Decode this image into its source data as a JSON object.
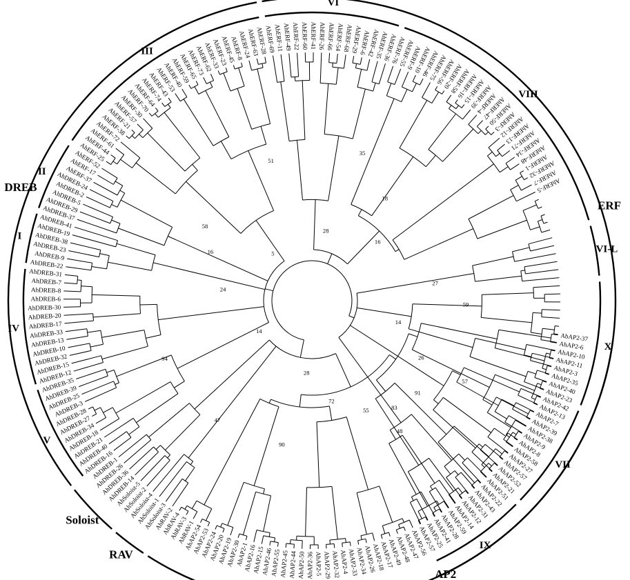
{
  "families": [
    {
      "name": "AP2",
      "start": 0,
      "end": 62
    },
    {
      "name": "RAV",
      "start": 62,
      "end": 66
    },
    {
      "name": "Soloist",
      "start": 66,
      "end": 72
    },
    {
      "name": "DREB",
      "start": 72,
      "end": 135
    },
    {
      "name": "ERF",
      "start": 135,
      "end": 223
    }
  ],
  "groups": [
    {
      "name": "V",
      "start": 72,
      "end": 83
    },
    {
      "name": "IV",
      "start": 83,
      "end": 96
    },
    {
      "name": "I",
      "start": 96,
      "end": 102
    },
    {
      "name": "II",
      "start": 102,
      "end": 110
    },
    {
      "name": "III",
      "start": 110,
      "end": 135
    },
    {
      "name": "VI",
      "start": 135,
      "end": 150
    },
    {
      "name": "VIII",
      "start": 150,
      "end": 180
    },
    {
      "name": "VI-L",
      "start": 180,
      "end": 186
    },
    {
      "name": "X",
      "start": 186,
      "end": 200
    },
    {
      "name": "VII",
      "start": 200,
      "end": 212
    },
    {
      "name": "IX",
      "start": 212,
      "end": 223
    }
  ],
  "leaves": [
    "AbAP2-37",
    "AhAP2-6",
    "AhAP2-10",
    "AhAP2-11",
    "AbAP2-3",
    "AhAP2-35",
    "AhAP2-40",
    "AhAP2-23",
    "AhAP2-42",
    "AhAP2-13",
    "AhAP2-7",
    "AhAP2-39",
    "AhAP2-38",
    "AhAP2-9",
    "AhAP2-8",
    "AhAP2-58",
    "AhAP2-27",
    "AhAP2-57",
    "AhAP2-52",
    "AhAP2-21",
    "AhAP2-51",
    "AhAP2-22",
    "AhAP2-43",
    "AhAP2-31",
    "AhAP2-12",
    "AhAP2-14",
    "AhAP2-59",
    "AhAP2-28",
    "AhAP2-41",
    "AhAP2-25",
    "AhAP2-57",
    "AhAP2-56",
    "AhAP2-47",
    "AhAP2-48",
    "AhAP2-49",
    "AhAP2-17",
    "AhAP2-18",
    "AhAP2-26",
    "AhAP2-34",
    "AhAP2-33",
    "AhAP2-4",
    "AhAP2-32",
    "AhAP2-29",
    "AhAP2-5",
    "AhAP2-36",
    "AhAP2-50",
    "AhAP2-44",
    "AhAP2-45",
    "AhAP2-55",
    "AhAP2-46",
    "AhAP2-15",
    "AhAP2-16",
    "AhAP2-1",
    "AhAP2-30",
    "AhAP2-19",
    "AhAP2-20",
    "AhAP2-24",
    "AhAP2-53",
    "AhAP2-54",
    "AhRAV-1",
    "AhRAV-3",
    "AhRAV-4",
    "AhRAV-2",
    "AhSoloist-3",
    "AhSoloist-1",
    "AhSoloist-4",
    "AhSoloist-2",
    "AhSoloist-5",
    "AhDREB-14",
    "AhDREB-36",
    "AhDREB-26",
    "AhDREB-1",
    "AhDREB-16",
    "AhDREB-40",
    "AhDREB-21",
    "AhDREB-18",
    "AhDREB-34",
    "AhDREB-27",
    "AhDREB-28",
    "AhDREB-3",
    "AhDREB-25",
    "AhDREB-39",
    "AhDREB-35",
    "AhDREB-12",
    "AhDREB-15",
    "AhDREB-32",
    "AhDREB-10",
    "AhDREB-13",
    "AhDREB-33",
    "AhDREB-17",
    "AhDREB-20",
    "AhDREB-30",
    "AhDREB-6",
    "AhDREB-8",
    "AhDREB-7",
    "AhDREB-31",
    "AhDREB-22",
    "AhDREB-9",
    "AhDREB-23",
    "AhDREB-38",
    "AhDREB-19",
    "AhDREB-41",
    "AhDREB-37",
    "AhDREB-29",
    "AhDREB-5",
    "AhDREB-2",
    "AhDREB-24",
    "AhERF-37",
    "AhERF-17",
    "AhERF-52",
    "AhERF-25",
    "AhERF-44",
    "AhERF-61",
    "AhERF-72",
    "AhERF-38",
    "AhERF-21",
    "AhERF-57",
    "AhERF-30",
    "AhERF-70",
    "AhERF-64",
    "AhERF-74",
    "AhERF-43",
    "AhERF-53",
    "AhERF-40",
    "AhERF-59",
    "AhERF-65",
    "AhERF-73",
    "AhERF-62",
    "AhERF-33",
    "AhERF-23",
    "AhERF-45",
    "AhERF-8",
    "AhERF-24",
    "AhERF-63",
    "AhERF-28",
    "AhERF-69",
    "AhERF-11",
    "AhERF-49",
    "AhERF-22",
    "AhERF-60",
    "AhERF-41",
    "AhERF-26",
    "AhERF-66",
    "AhERF-54",
    "AhERF-68",
    "AhERF-29",
    "AhERF-6",
    "AhERF-42",
    "AhERF-35",
    "AhERF-36",
    "AhERF-76",
    "AhERF-55",
    "AhERF-9",
    "AhERF-10",
    "AhERF-46",
    "AhERF-75",
    "AhERF-56",
    "AhERF-20",
    "AhERF-58",
    "AhERF-16",
    "AhERF-15",
    "AhERF-39",
    "AhERF-4",
    "AhERF-47",
    "AhERF-50",
    "AhERF-3",
    "AhERF-12",
    "AhERF-13",
    "AhERF-71",
    "AhERF-34",
    "AhERF-48",
    "AhERF-1",
    "AhERF-32",
    "AhERF-7",
    "AhERF-5"
  ],
  "bootstraps_inner": [
    {
      "v": "14",
      "leaf": 196,
      "r": 0.36
    },
    {
      "v": "16",
      "leaf": 166,
      "r": 0.35
    },
    {
      "v": "28",
      "leaf": 146,
      "r": 0.28
    },
    {
      "v": "5",
      "leaf": 118,
      "r": 0.24
    },
    {
      "v": "14",
      "leaf": 75,
      "r": 0.25
    },
    {
      "v": "28",
      "leaf": 46,
      "r": 0.3
    },
    {
      "v": "72",
      "leaf": 38,
      "r": 0.42
    },
    {
      "v": "55",
      "leaf": 30,
      "r": 0.5
    },
    {
      "v": "83",
      "leaf": 24,
      "r": 0.55
    },
    {
      "v": "91",
      "leaf": 18,
      "r": 0.57
    },
    {
      "v": "24",
      "leaf": 95,
      "r": 0.36
    },
    {
      "v": "16",
      "leaf": 105,
      "r": 0.45
    },
    {
      "v": "58",
      "leaf": 110,
      "r": 0.52
    },
    {
      "v": "51",
      "leaf": 131,
      "r": 0.58
    },
    {
      "v": "18",
      "leaf": 159,
      "r": 0.5
    },
    {
      "v": "27",
      "leaf": 184,
      "r": 0.5
    },
    {
      "v": "26",
      "leaf": 203,
      "r": 0.5
    },
    {
      "v": "48",
      "leaf": 218,
      "r": 0.64
    },
    {
      "v": "90",
      "leaf": 50,
      "r": 0.6
    },
    {
      "v": "47",
      "leaf": 64,
      "r": 0.62
    },
    {
      "v": "94",
      "leaf": 80,
      "r": 0.64
    },
    {
      "v": "59",
      "leaf": 189,
      "r": 0.62
    },
    {
      "v": "35",
      "leaf": 150,
      "r": 0.62
    },
    {
      "v": "57",
      "leaf": 203,
      "r": 0.7
    }
  ]
}
